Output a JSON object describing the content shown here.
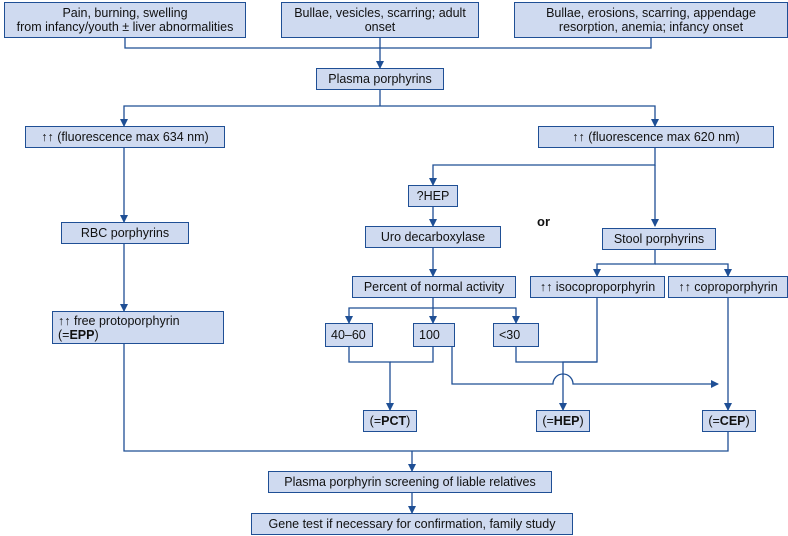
{
  "nodes": {
    "top_left": {
      "line1": "Pain, burning, swelling",
      "line2": "from infancy/youth ± liver abnormalities"
    },
    "top_mid": {
      "line1": "Bullae, vesicles, scarring; adult",
      "line2": "onset"
    },
    "top_right": {
      "line1": "Bullae, erosions, scarring, appendage",
      "line2": "resorption, anemia; infancy onset"
    },
    "plasma": "Plasma porphyrins",
    "fluor634": "↑↑ (fluorescence max 634 nm)",
    "fluor620": "↑↑ (fluorescence max 620 nm)",
    "rbc": "RBC porphyrins",
    "protoporphyrin": {
      "line1": "↑↑ free protoporphyrin",
      "pre": "(=",
      "bold": "EPP",
      "post": ")"
    },
    "qhep": "?HEP",
    "uro": "Uro decarboxylase",
    "percent": "Percent of normal activity",
    "stool": "Stool porphyrins",
    "iso": "↑↑ isocoproporphyrin",
    "copro": "↑↑ coproporphyrin",
    "p4060": "40–60",
    "p100": "100",
    "p30": "<30",
    "pct": {
      "pre": "(=",
      "bold": "PCT",
      "post": ")"
    },
    "hep": {
      "pre": "(=",
      "bold": "HEP",
      "post": ")"
    },
    "cep": {
      "pre": "(=",
      "bold": "CEP",
      "post": ")"
    },
    "screening": "Plasma porphyrin screening of liable relatives",
    "gene": "Gene test if necessary for confirmation, family study"
  },
  "or_label": "or",
  "colors": {
    "box_fill": "#cfdaf0",
    "box_border": "#1f4f95",
    "line": "#1f4f95"
  }
}
